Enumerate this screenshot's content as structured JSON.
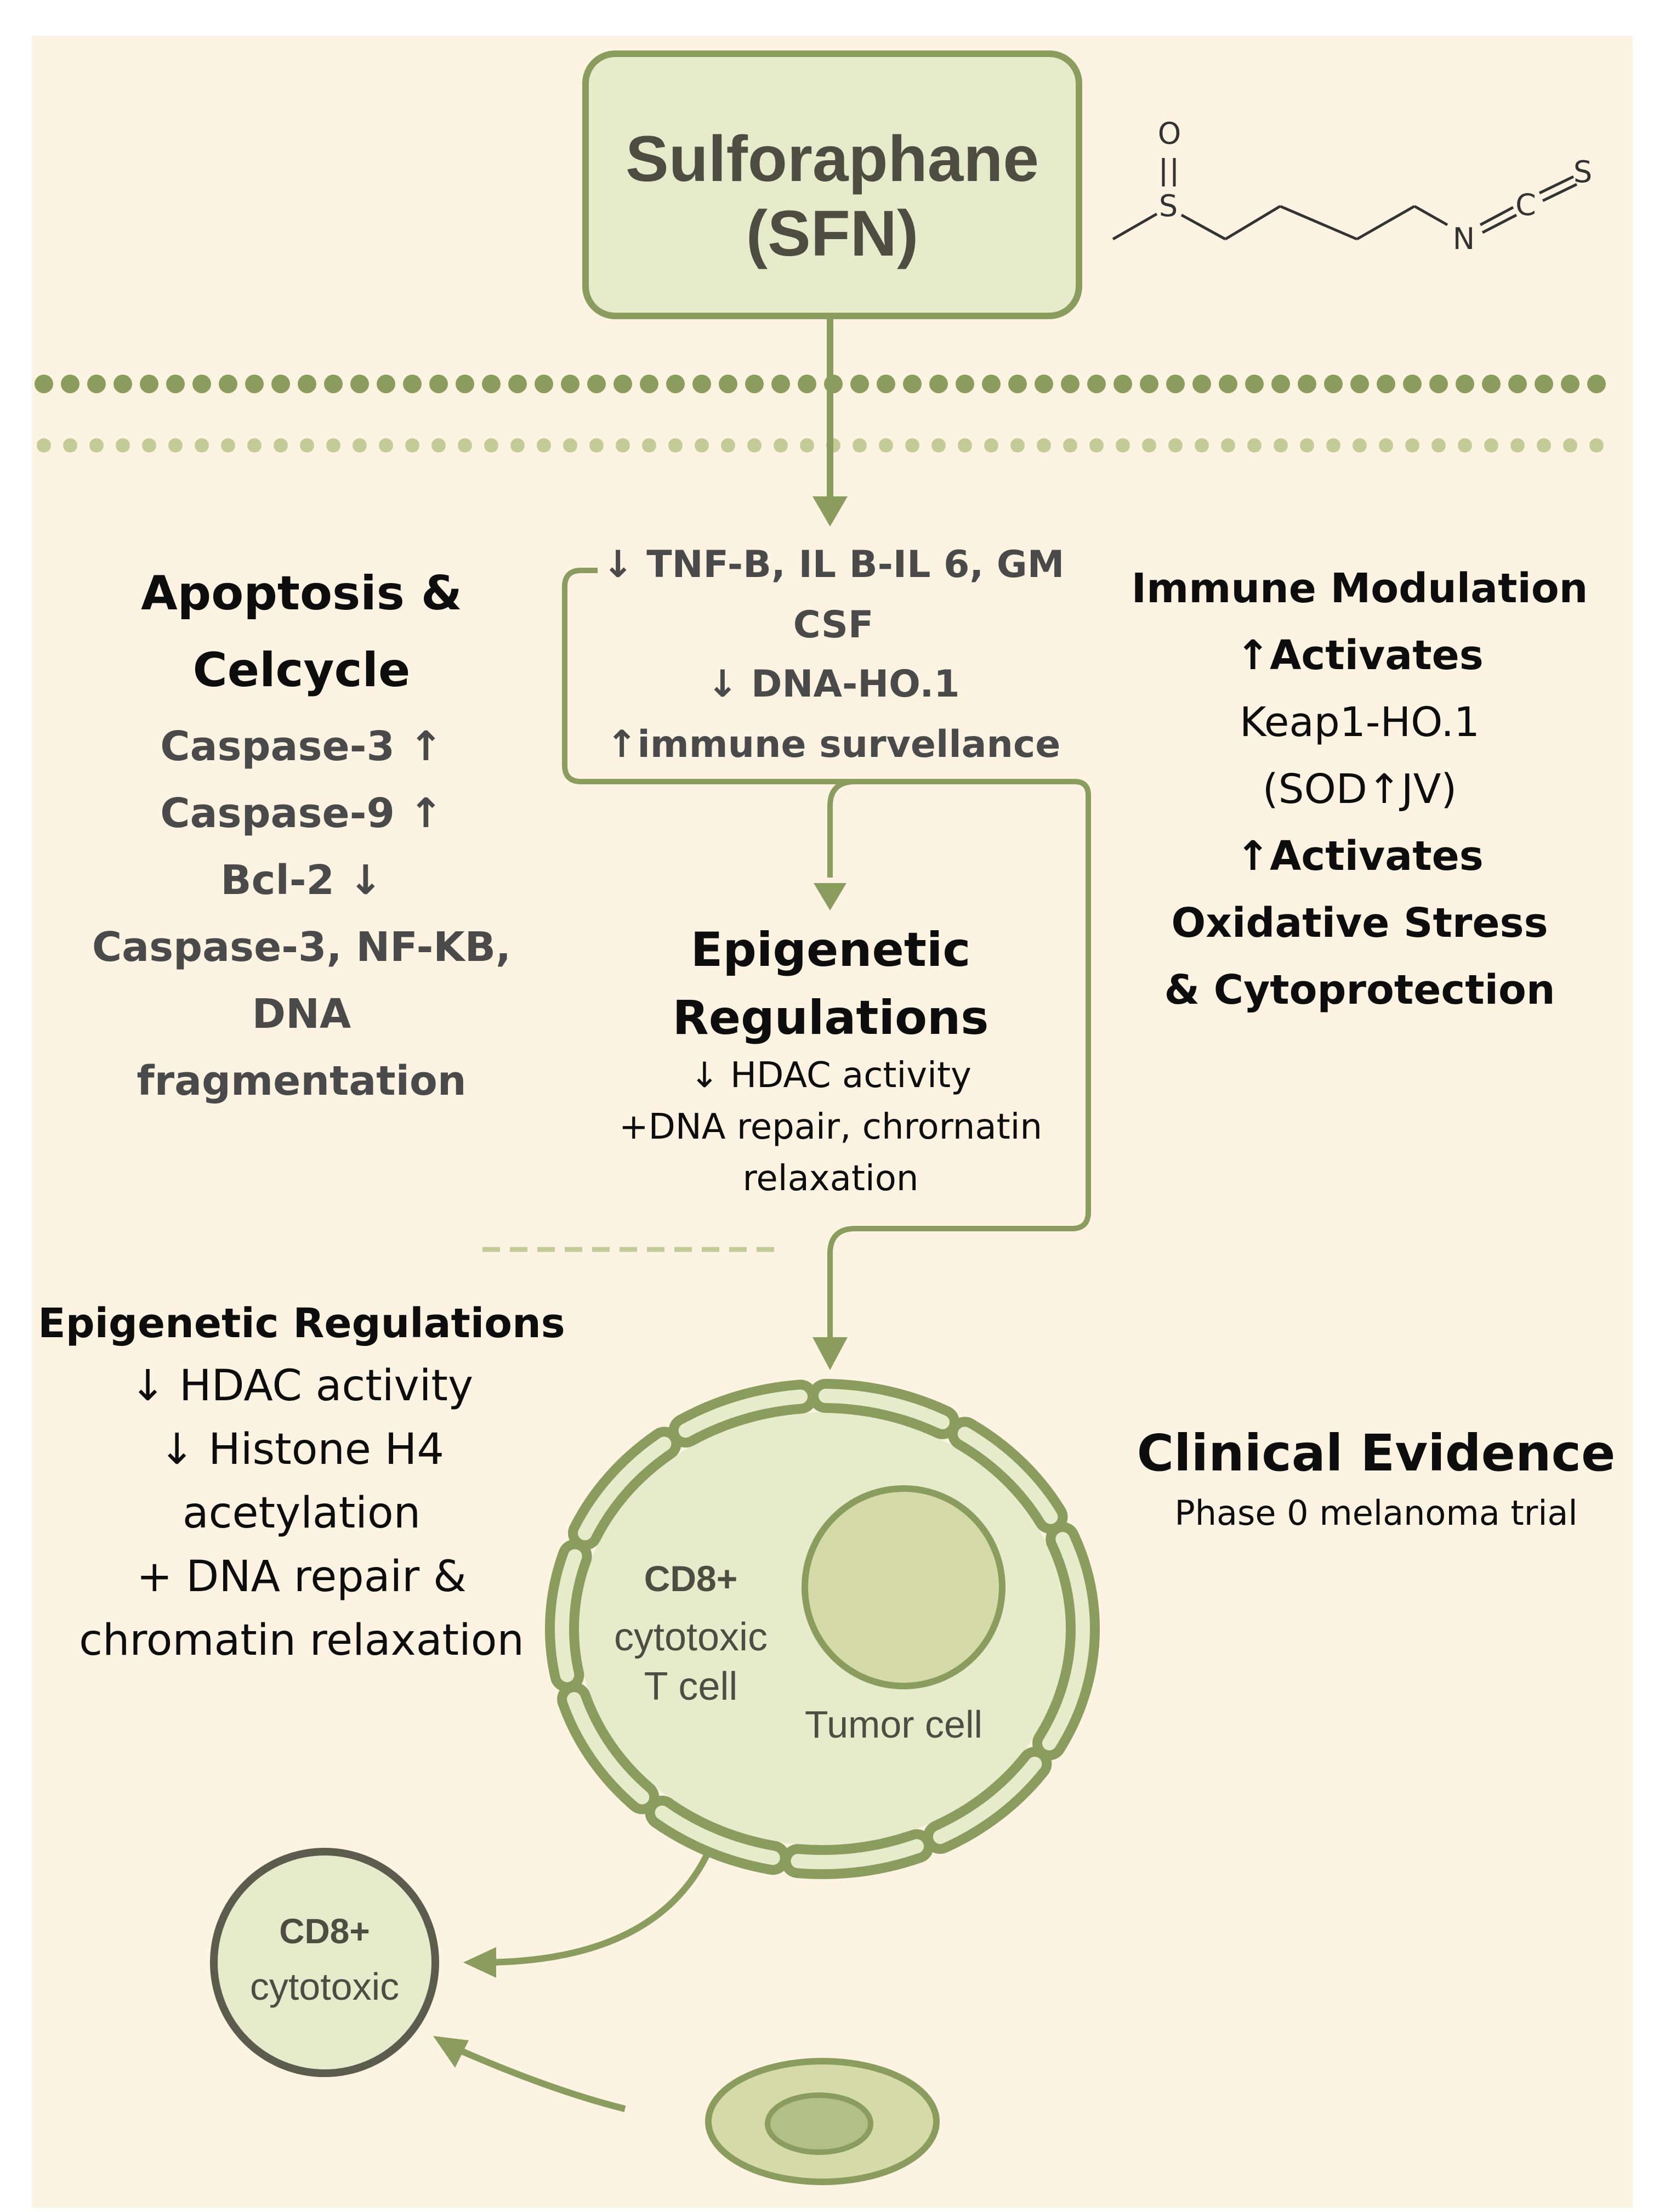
{
  "title": {
    "line1": "Sulforaphane",
    "line2": "(SFN)"
  },
  "molecule": {
    "atom_o": "O",
    "atom_s1": "S",
    "atom_n": "N",
    "atom_c": "C",
    "atom_s2": "S"
  },
  "center_top": {
    "line1": "↓ TNF-B, IL B-IL 6, GM",
    "line2": "CSF",
    "line3": "↓ DNA-HO.1",
    "line4": "↑immune survellance"
  },
  "apoptosis": {
    "heading1": "Apoptosis &",
    "heading2": "Celcycle",
    "items": [
      "Caspase-3 ↑",
      "Caspase-9 ↑",
      "Bcl-2 ↓",
      "Caspase-3, NF-KB,",
      "DNA",
      "fragmentation"
    ]
  },
  "immune": {
    "heading": "Immune Modulation",
    "line1": "↑Activates",
    "line2": "Keap1-HO.1",
    "line3": "(SOD↑JV)",
    "line4": "↑Activates",
    "line5": "Oxidative Stress",
    "line6": "& Cytoprotection"
  },
  "epigenetic_center": {
    "heading1": "Epigenetic",
    "heading2": "Regulations",
    "line1": "↓ HDAC activity",
    "line2": "+DNA repair, chrornatin",
    "line3": "relaxation"
  },
  "epigenetic_left": {
    "heading": "Epigenetic Regulations",
    "lines": [
      "↓ HDAC activity",
      "↓ Histone H4",
      "acetylation",
      "+ DNA repair &",
      "chromatin relaxation"
    ]
  },
  "clinical": {
    "heading": "Clinical Evidence",
    "line1": "Phase 0 melanoma trial"
  },
  "cell": {
    "label1": "CD8+",
    "label2": "cytotoxic",
    "label3": "T cell",
    "tumor_label": "Tumor cell"
  },
  "small_cell": {
    "label1": "CD8+",
    "label2": "cytotoxic"
  },
  "colors": {
    "background": "#fcf3e2",
    "accent": "#8a9c5e",
    "fill_light": "#e6ebcb",
    "fill_mid": "#d4dba8",
    "text_dark": "#0d0d0d",
    "text_grey": "#4a4a4a"
  }
}
